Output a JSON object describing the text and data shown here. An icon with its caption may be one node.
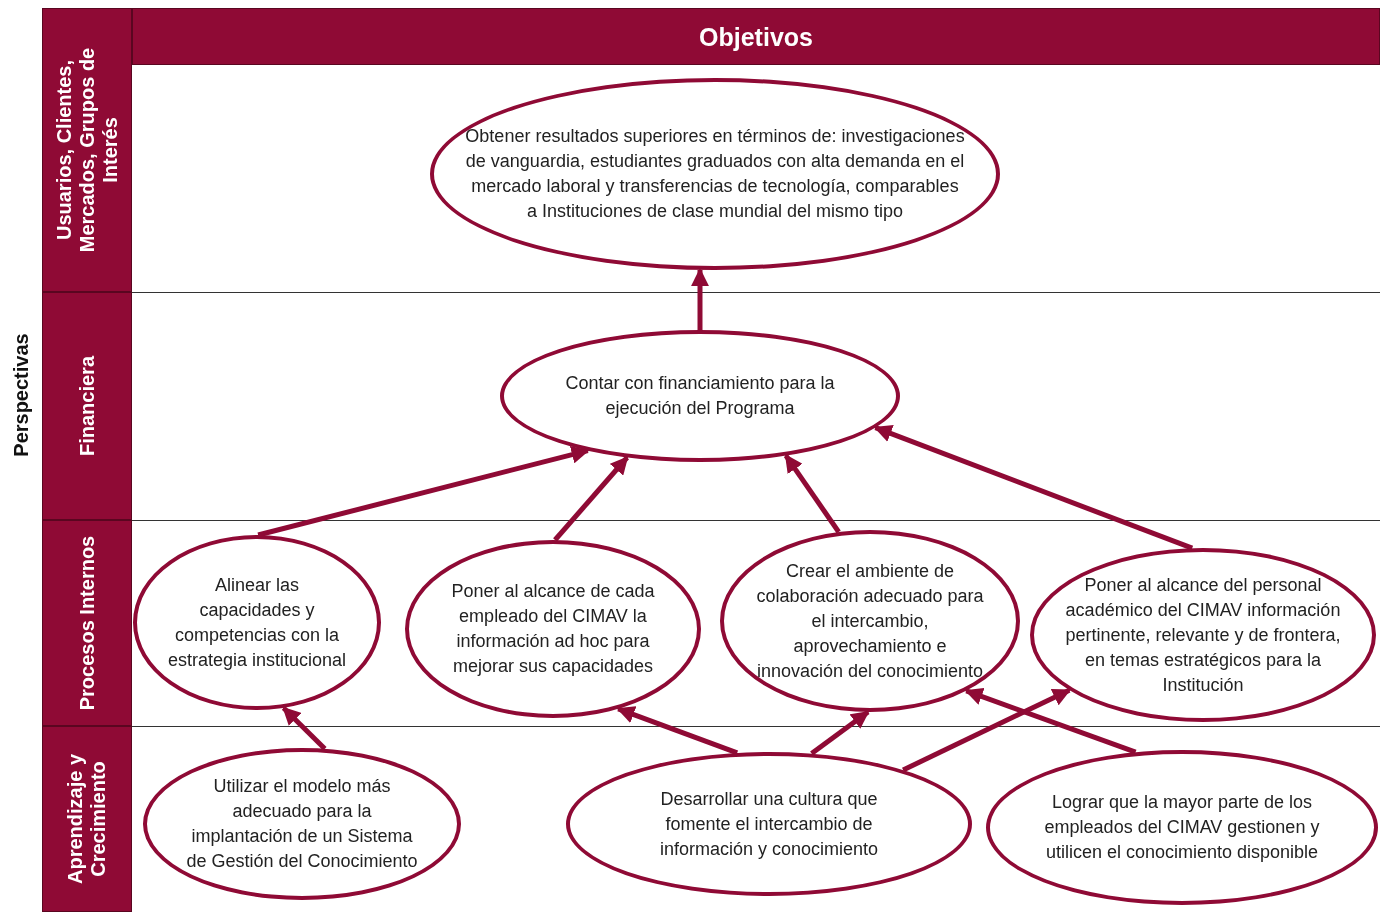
{
  "diagram": {
    "nodes": [
      {
        "text": [
          "Objetivos"
        ]
      },
      {
        "text": [
          "Usuarios, Clientes, Mercados, Grupos de Interés"
        ]
      },
      {
        "text": [
          "Financiera"
        ]
      },
      {
        "text": [
          "Procesos Internos"
        ]
      },
      {
        "text": [
          "Aprendizaje y Crecimiento"
        ]
      },
      {
        "text": [
          "Obtener resultados superiores en términos de: investigaciones de vanguardia, estudiantes graduados con alta demanda en el mercado laboral y transferencias de tecnología, comparables a Instituciones de clase mundial del mismo tipo"
        ]
      },
      {
        "text": [
          "Contar con financiamiento para la ejecución del Programa"
        ]
      },
      {
        "text": [
          "Alinear las capacidades y competencias con la estrategia institucional"
        ]
      },
      {
        "text": [
          "Poner al alcance de cada empleado del CIMAV la información ad hoc para mejorar sus capacidades"
        ]
      },
      {
        "text": [
          "Crear el ambiente de colaboración adecuado para el intercambio, aprovechamiento e innovación del conocimiento"
        ]
      },
      {
        "text": [
          "Poner al alcance del personal académico del CIMAV información pertinente, relevante y de frontera, en temas estratégicos para la Institución"
        ]
      },
      {
        "text": [
          "Utilizar el modelo más adecuado para la implantación de un Sistema de Gestión del Conocimiento"
        ]
      },
      {
        "text": [
          "Desarrollar una cultura que fomente el intercambio de información y conocimiento"
        ]
      },
      {
        "text": [
          "Lograr que la mayor parte de los empleados del CIMAV gestionen y utilicen el conocimiento disponible"
        ]
      }
    ],
    "edges": [
      {
        "from": 6,
        "to": 5,
        "arrow": "to"
      },
      {
        "from": 7,
        "to": 6,
        "arrow": "to"
      },
      {
        "from": 8,
        "to": 6,
        "arrow": "to"
      },
      {
        "from": 9,
        "to": 6,
        "arrow": "to"
      },
      {
        "from": 10,
        "to": 6,
        "arrow": "to"
      },
      {
        "from": 11,
        "to": 7,
        "arrow": "to"
      },
      {
        "from": 12,
        "to": 8,
        "arrow": "to"
      },
      {
        "from": 12,
        "to": 9,
        "arrow": "to"
      },
      {
        "from": 12,
        "to": 10,
        "arrow": "to"
      },
      {
        "from": 13,
        "to": 9,
        "arrow": "to"
      }
    ],
    "labels": [
      "Perspectivas"
    ]
  }
}
